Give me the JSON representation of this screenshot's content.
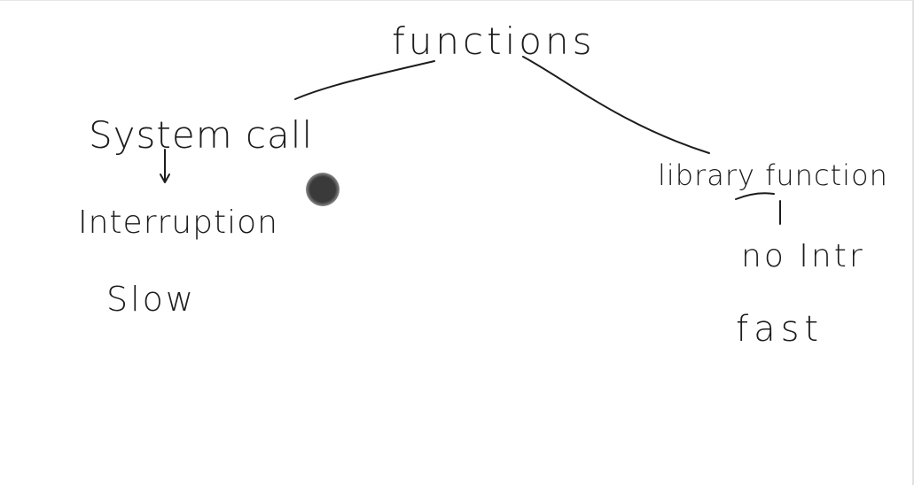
{
  "colors": {
    "ink": "#1c1c1c",
    "pointer": "#3a3a3a",
    "background": "#ffffff"
  },
  "diagram": {
    "root": "functions",
    "left": {
      "title": "System call",
      "notes": [
        "Interruption",
        "Slow"
      ]
    },
    "right": {
      "title": "library function",
      "notes": [
        "no Intr",
        "fast"
      ]
    }
  }
}
